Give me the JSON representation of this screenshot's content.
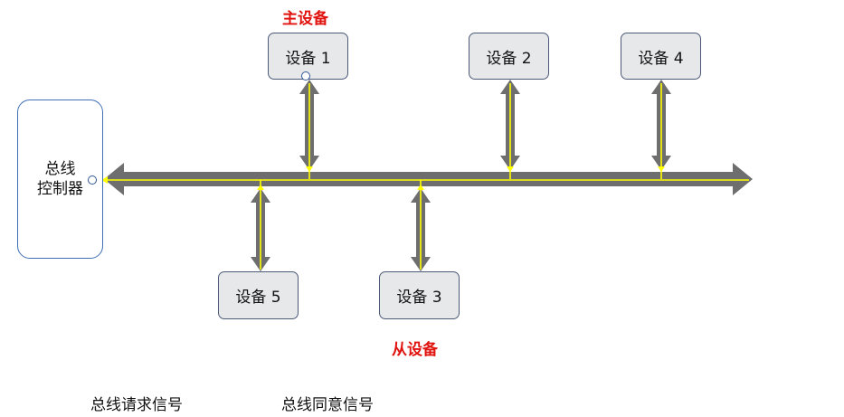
{
  "controller": {
    "line1": "总线",
    "line2": "控制器"
  },
  "devices": {
    "d1": "设备 1",
    "d2": "设备 2",
    "d3": "设备 3",
    "d4": "设备 4",
    "d5": "设备 5"
  },
  "tags": {
    "master": "主设备",
    "slave": "从设备"
  },
  "captions": {
    "request": "总线请求信号",
    "grant": "总线同意信号"
  },
  "colors": {
    "bus": "#6e6e6e",
    "signal": "#ffff00",
    "tag": "#e0130f",
    "device_border": "#4c5a78",
    "controller_border": "#3f6fb5"
  }
}
